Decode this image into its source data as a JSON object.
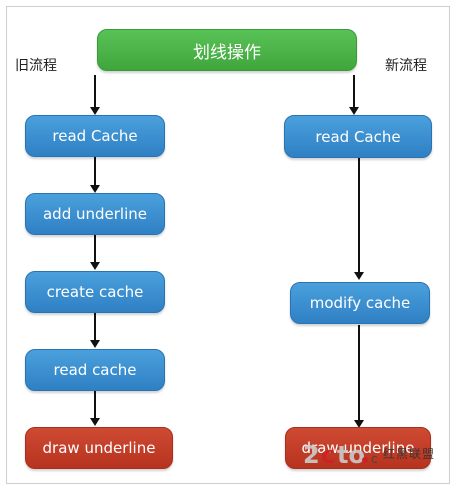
{
  "diagram": {
    "top_node": "划线操作",
    "old_flow": {
      "label": "旧流程",
      "steps": [
        "read Cache",
        "add underline",
        "create cache",
        "read cache",
        "draw underline"
      ]
    },
    "new_flow": {
      "label": "新流程",
      "steps": [
        "read Cache",
        "modify cache",
        "draw underline"
      ]
    }
  },
  "watermark": {
    "text": "红黑联盟"
  },
  "colors": {
    "green": "#4fb84c",
    "blue": "#3a8fd4",
    "red": "#c23f29",
    "arrow": "#111111"
  }
}
